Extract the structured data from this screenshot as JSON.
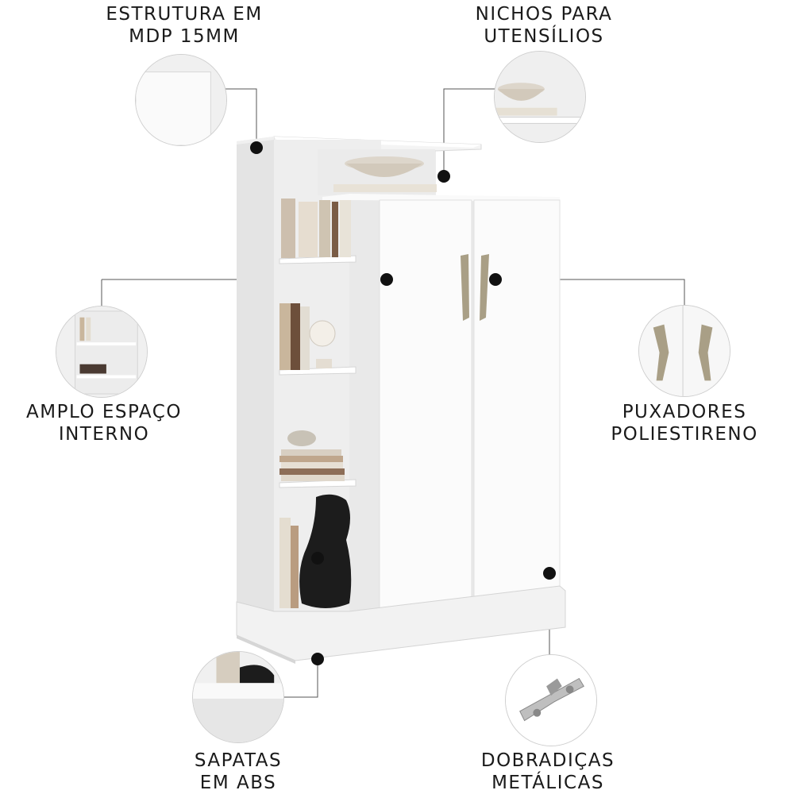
{
  "features": {
    "estrutura": {
      "line1": "ESTRUTURA EM",
      "line2": "MDP 15MM"
    },
    "nichos": {
      "line1": "NICHOS PARA",
      "line2": "UTENSÍLIOS"
    },
    "amplo": {
      "line1": "AMPLO ESPAÇO",
      "line2": "INTERNO"
    },
    "puxadores": {
      "line1": "PUXADORES",
      "line2": "POLIESTIRENO"
    },
    "sapatas": {
      "line1": "SAPATAS",
      "line2": "EM ABS"
    },
    "dobradicas": {
      "line1": "DOBRADIÇAS",
      "line2": "METÁLICAS"
    }
  },
  "colors": {
    "furniture_white": "#f7f7f7",
    "furniture_shadow": "#dcdcdc",
    "handle_bronze": "#a99f86",
    "dot": "#111111",
    "vase": "#1c1c1c"
  },
  "icons": [
    "callout-dot",
    "leader-line"
  ]
}
